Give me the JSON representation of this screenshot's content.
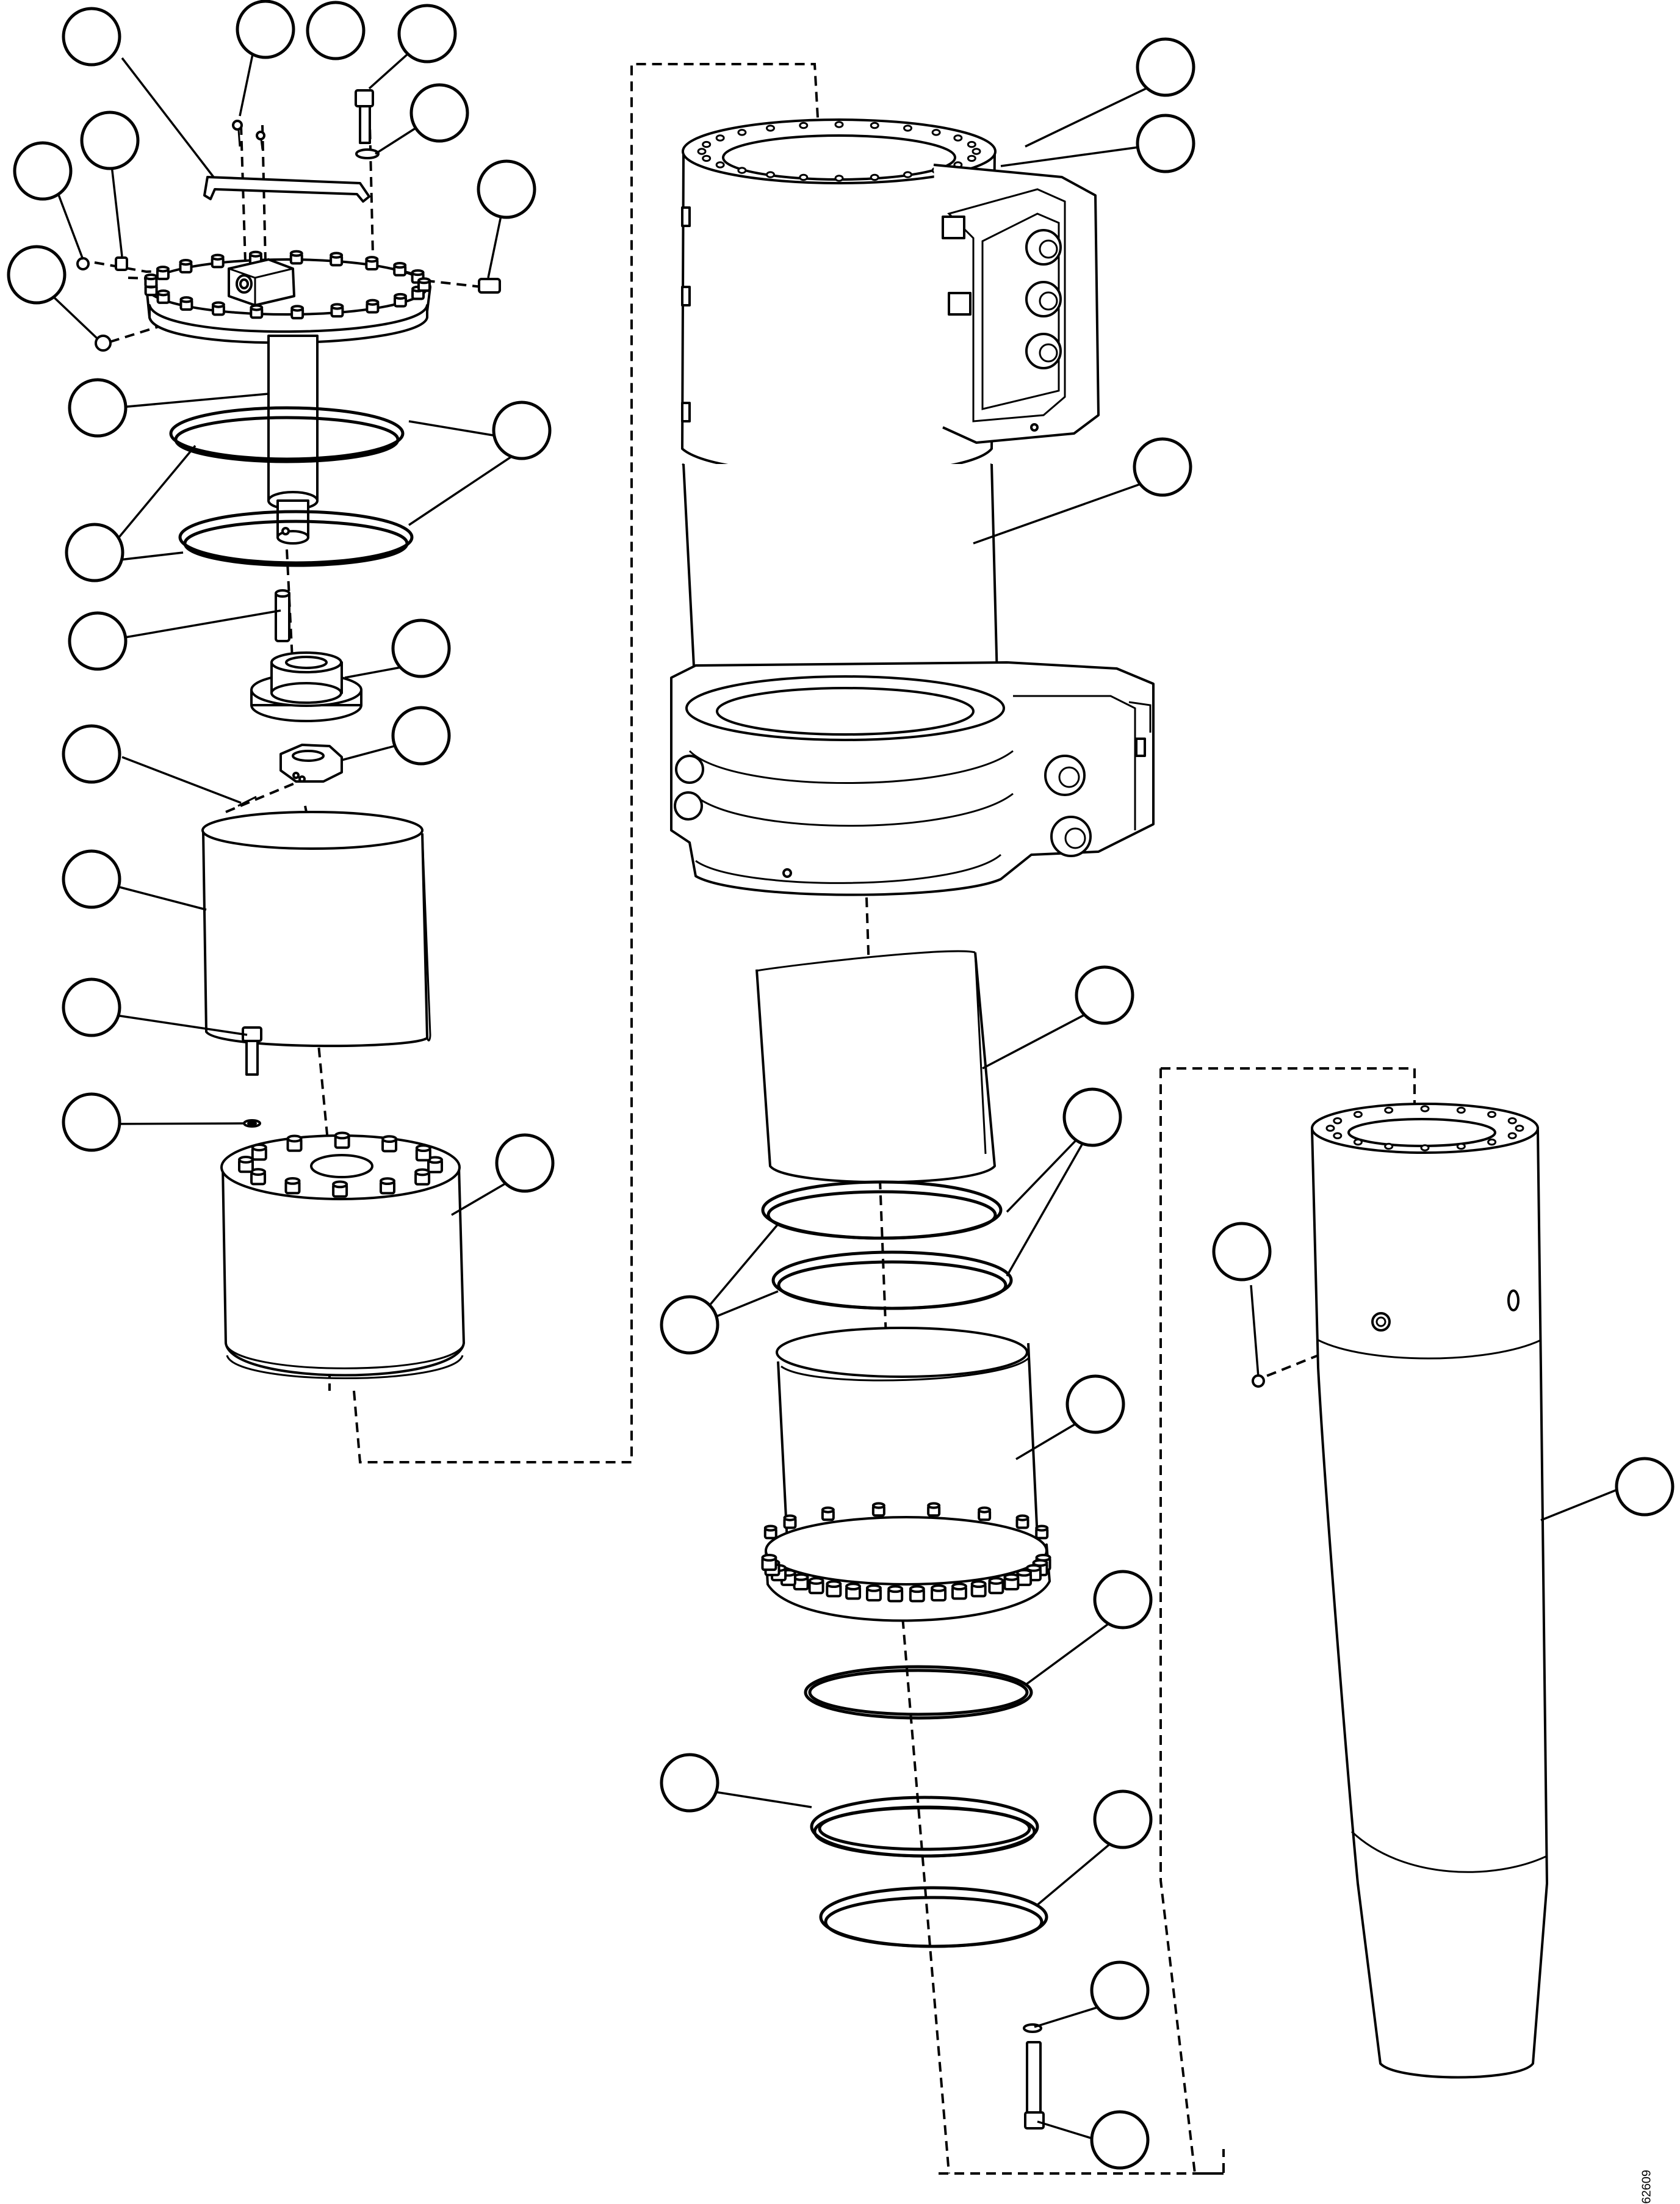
{
  "drawing": {
    "kind": "exploded parts assembly illustration",
    "callout_count": 34,
    "callout_labels_printed": false
  },
  "footer": {
    "document_number": "62609"
  }
}
